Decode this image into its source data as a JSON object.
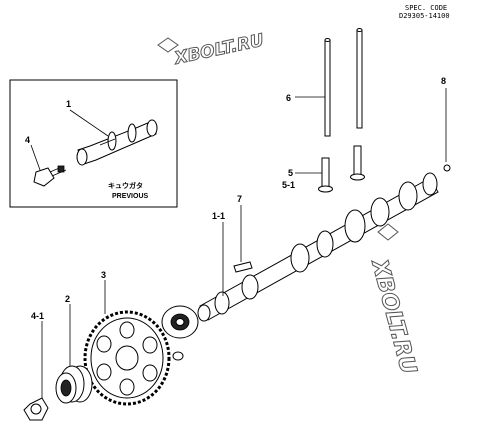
{
  "spec": {
    "label": "SPEC. CODE",
    "code": "D29305-14100"
  },
  "watermarks": [
    "XBOLT.RU",
    "XBOLT.RU"
  ],
  "inset": {
    "label_jp": "キュウガタ",
    "label_en": "PREVIOUS",
    "callouts": [
      "1",
      "4"
    ]
  },
  "callouts": {
    "push_rod": "6",
    "tappet": "5",
    "tappet_alt": "5-1",
    "pin": "8",
    "key": "7",
    "camshaft": "1-1",
    "gear": "3",
    "collar": "2",
    "nut": "4-1"
  }
}
